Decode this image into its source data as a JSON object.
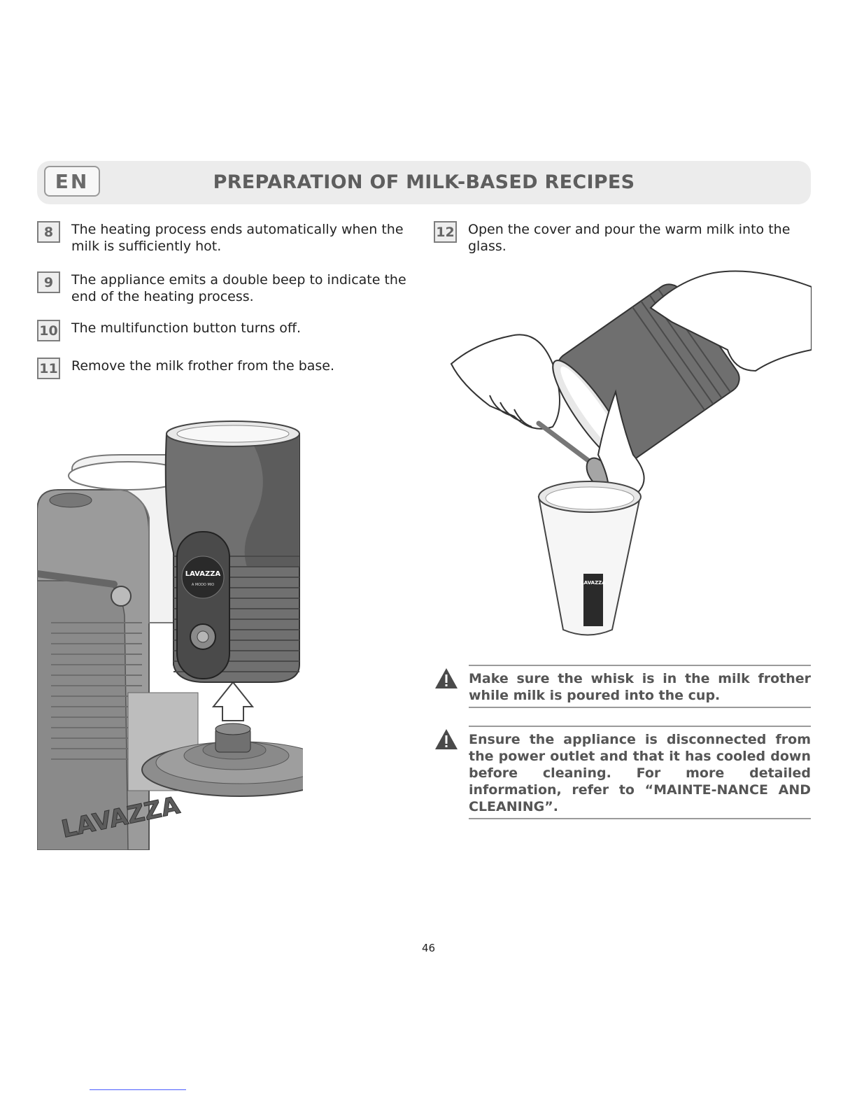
{
  "header": {
    "language": "EN",
    "title": "PREPARATION OF MILK-BASED RECIPES"
  },
  "steps": [
    {
      "number": "8",
      "text": "The heating process ends automatically when the milk is sufficiently hot."
    },
    {
      "number": "9",
      "text": "The appliance emits a double beep to indicate the end of the heating process."
    },
    {
      "number": "10",
      "text": "The multifunction button turns off."
    },
    {
      "number": "11",
      "text": "Remove the milk frother from the base."
    },
    {
      "number": "12",
      "text": "Open the cover and pour the warm milk into the glass."
    }
  ],
  "illustrations": {
    "frother_brand": "LAVAZZA",
    "frother_subtitle": "A MODO MIO",
    "machine_brand": "LAVAZZA",
    "cup_brand": "LAVAZZA"
  },
  "warnings": [
    {
      "text": "Make sure the whisk is in the milk frother while milk is poured into the cup."
    },
    {
      "text": "Ensure the appliance is disconnected from the power outlet and that it has cooled down before cleaning. For more detailed information, refer to “MAINTE-NANCE AND CLEANING”."
    }
  ],
  "footer": {
    "page_number": "46"
  }
}
